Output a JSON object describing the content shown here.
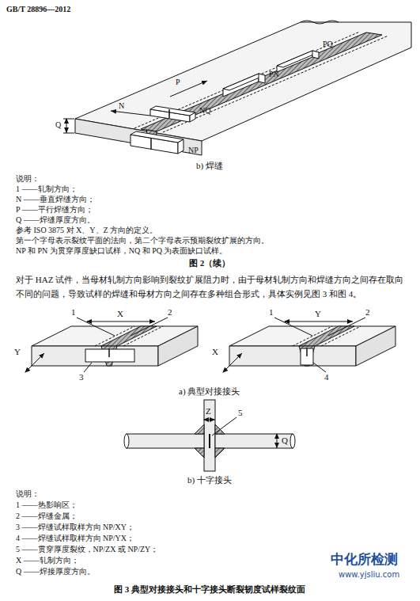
{
  "diagram": {
    "caption": "图 3 典型对接接头和十字接头断裂韧度试样裂纹面",
    "labels": [
      "GB/T 28896—2012",
      "PQ",
      "P",
      "PN",
      "NQ",
      "N",
      "Q",
      "NP",
      "b) 焊缝",
      "说明：",
      "1 ——轧制方向；",
      "N ——垂直焊缝方向；",
      "P ——平行焊缝方向；",
      "Q ——焊缝厚度方向。",
      "参考 ISO 3875 对 X、Y、Z 方向的定义。",
      "第一个字母表示裂纹平面的法向，第二个字母表示预期裂纹扩展的方向。",
      "NP 和 PN 为贯穿厚度缺口试样，NQ 和 PQ 为表面缺口试样。",
      "图 2（续）",
      "对于 HAZ 试件，当母材轧制方向影响到裂纹扩展阻力时，由于母材轧制方向和焊缝方向之间存在取向不同的问题，导致试样的焊缝和母材方向之间存在多种组合形式，具体实例见图 3 和图 4。",
      "1",
      "2",
      "X",
      "Y",
      "3",
      "1",
      "2",
      "Y",
      "X",
      "4",
      "a) 典型对接接头",
      "Z",
      "5",
      "Q",
      "b) 十字接头",
      "说明：",
      "1 ——热影响区；",
      "2 ——焊缝金属；",
      "3 ——焊缝试样取样方向 NP/XY；",
      "4 ——焊缝试样取样方向 NP/YX；",
      "5 ——贯穿厚度裂纹，NP/ZX 或 NP/ZY；",
      "X ——轧制方向；",
      "Q ——焊接厚度方向。",
      "中化所检测",
      "www.yjsliu.com"
    ]
  }
}
